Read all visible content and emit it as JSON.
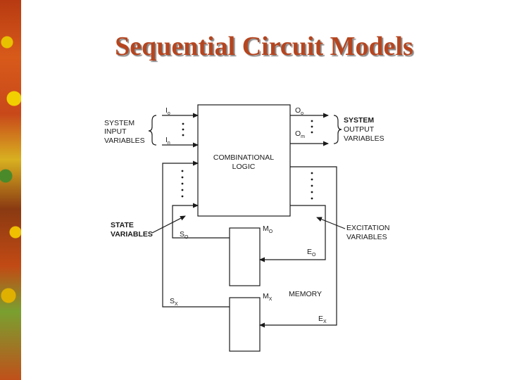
{
  "slide": {
    "title": "Sequential Circuit Models"
  },
  "diagram": {
    "system_input": [
      "SYSTEM",
      "INPUT",
      "VARIABLES"
    ],
    "system_output": [
      "SYSTEM",
      "OUTPUT",
      "VARIABLES"
    ],
    "combinational": [
      "COMBINATIONAL",
      "LOGIC"
    ],
    "state_variables": [
      "STATE",
      "VARIABLES"
    ],
    "excitation_variables": [
      "EXCITATION",
      "VARIABLES"
    ],
    "memory": "MEMORY",
    "inputs": {
      "first": {
        "base": "I",
        "sub": "o"
      },
      "last": {
        "base": "I",
        "sub": "n"
      }
    },
    "outputs": {
      "first": {
        "base": "O",
        "sub": "o"
      },
      "last": {
        "base": "O",
        "sub": "m"
      }
    },
    "state_first": {
      "base": "S",
      "sub": "O"
    },
    "state_last": {
      "base": "S",
      "sub": "X"
    },
    "mem_first": {
      "base": "M",
      "sub": "O"
    },
    "mem_last": {
      "base": "M",
      "sub": "X"
    },
    "exc_first": {
      "base": "E",
      "sub": "O"
    },
    "exc_last": {
      "base": "E",
      "sub": "X"
    }
  }
}
